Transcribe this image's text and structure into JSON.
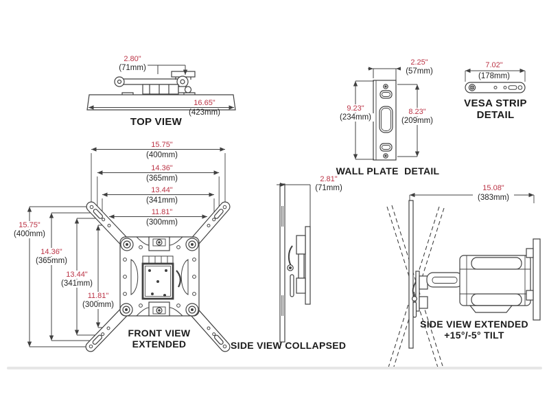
{
  "colors": {
    "dim_inches": "#bb3345",
    "dim_mm": "#232323",
    "line": "#404040",
    "label": "#1b1b1b",
    "divider": "#e6e6e6"
  },
  "top_view": {
    "label": "TOP VIEW",
    "arm_offset_in": "2.80\"",
    "arm_offset_mm": "(71mm)",
    "plate_width_in": "16.65\"",
    "plate_width_mm": "(423mm)"
  },
  "front_view": {
    "label_line1": "FRONT VIEW",
    "label_line2": "EXTENDED",
    "width_dims": [
      {
        "in": "15.75\"",
        "mm": "(400mm)"
      },
      {
        "in": "14.36\"",
        "mm": "(365mm)"
      },
      {
        "in": "13.44\"",
        "mm": "(341mm)"
      },
      {
        "in": "11.81\"",
        "mm": "(300mm)"
      }
    ],
    "height_dims": [
      {
        "in": "15.75\"",
        "mm": "(400mm)"
      },
      {
        "in": "14.36\"",
        "mm": "(365mm)"
      },
      {
        "in": "13.44\"",
        "mm": "(341mm)"
      },
      {
        "in": "11.81\"",
        "mm": "(300mm)"
      }
    ]
  },
  "wall_plate": {
    "label": "WALL PLATE  DETAIL",
    "width_in": "2.25\"",
    "width_mm": "(57mm)",
    "height_in": "9.23\"",
    "height_mm": "(234mm)",
    "hole_spacing_in": "8.23\"",
    "hole_spacing_mm": "(209mm)"
  },
  "vesa_strip": {
    "label_line1": "VESA STRIP",
    "label_line2": "DETAIL",
    "length_in": "7.02\"",
    "length_mm": "(178mm)"
  },
  "side_view_collapsed": {
    "label": "SIDE VIEW COLLAPSED",
    "depth_in": "2.81\"",
    "depth_mm": "(71mm)"
  },
  "side_view_extended": {
    "label_line1": "SIDE VIEW EXTENDED",
    "label_line2": "+15°/-5° TILT",
    "extension_in": "15.08\"",
    "extension_mm": "(383mm)"
  }
}
